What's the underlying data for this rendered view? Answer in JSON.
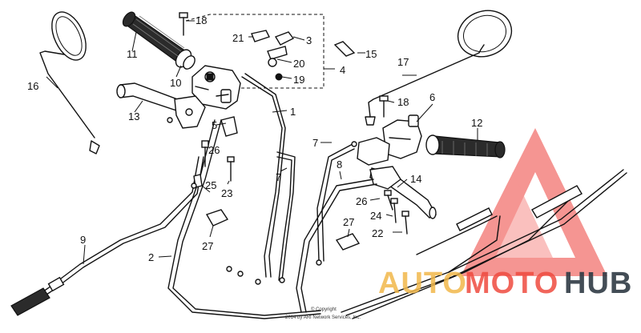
{
  "callouts": [
    "1",
    "2",
    "3",
    "4",
    "5",
    "6",
    "7",
    "7",
    "8",
    "9",
    "10",
    "11",
    "12",
    "13",
    "14",
    "15",
    "16",
    "17",
    "18",
    "18",
    "19",
    "20",
    "21",
    "22",
    "23",
    "24",
    "25",
    "26",
    "26",
    "27",
    "27"
  ],
  "copyright": [
    "© Copyright",
    "2014 by ARI Network Services, Inc."
  ],
  "watermark": {
    "auto": "AUTO",
    "moto": "MOTO",
    "hub": "HUB",
    "colors": {
      "auto": "#f2b84b",
      "moto": "#ef4b3f",
      "hub": "#2f3a44",
      "triangle": "#ee3f3a"
    }
  }
}
